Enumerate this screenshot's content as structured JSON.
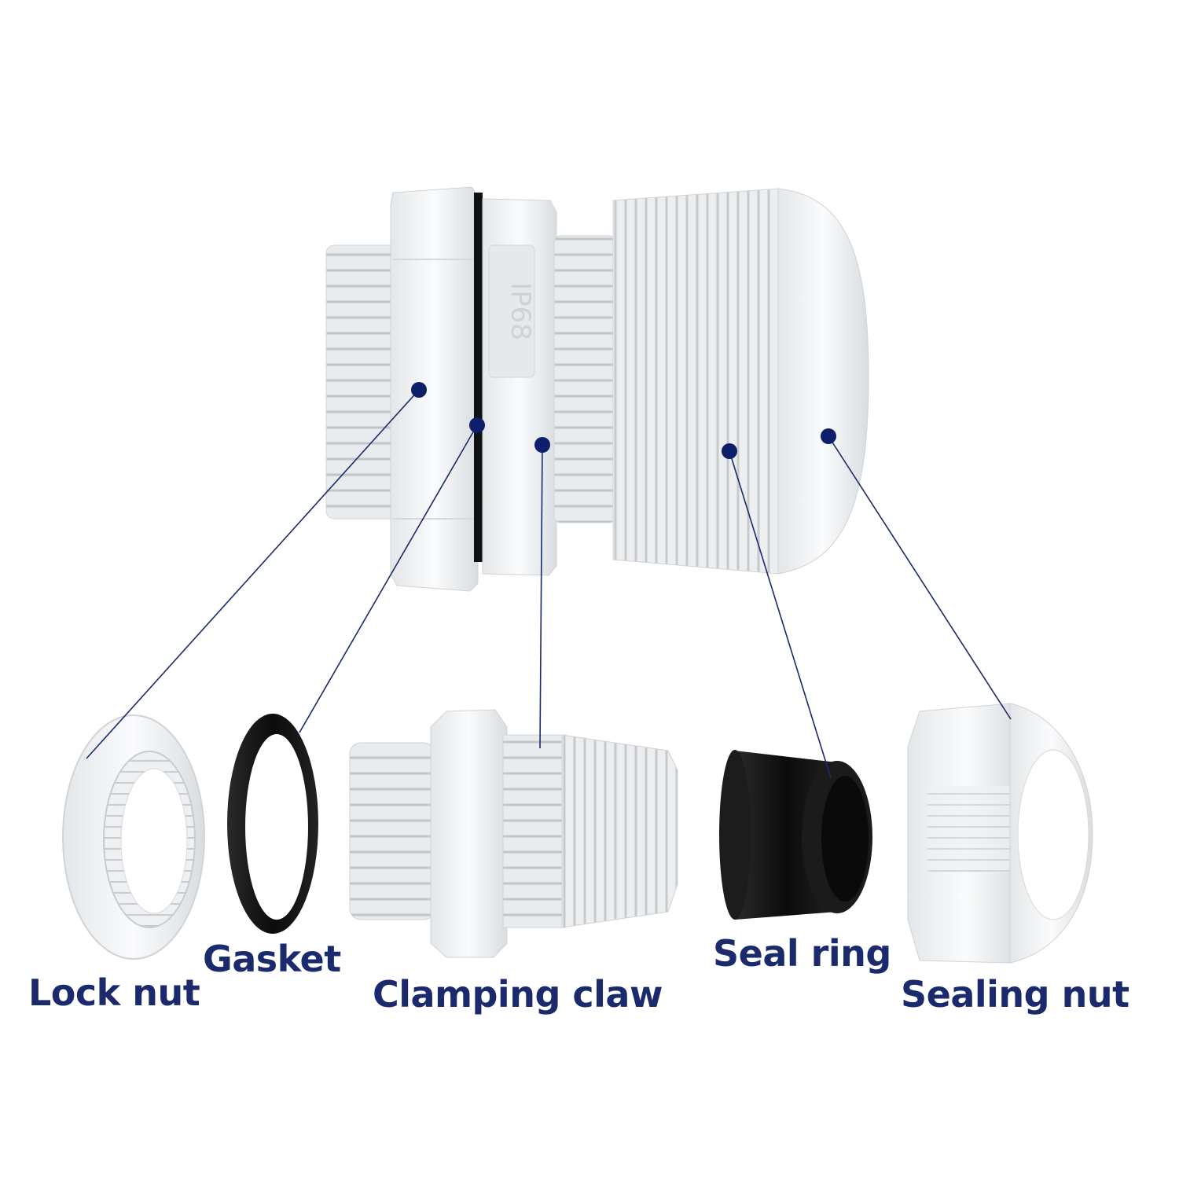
{
  "labels": {
    "lock_nut": "Lock nut",
    "gasket": "Gasket",
    "clamping_claw": "Clamping claw",
    "seal_ring": "Seal ring",
    "sealing_nut": "Sealing nut"
  },
  "markings": {
    "rating": "IP68"
  },
  "colors": {
    "label_text": "#1a2a6c",
    "callout_line": "#1a2a6c",
    "callout_dot": "#0d1f6b",
    "plastic_white": "#f1f3f4",
    "rubber_black": "#111111"
  }
}
